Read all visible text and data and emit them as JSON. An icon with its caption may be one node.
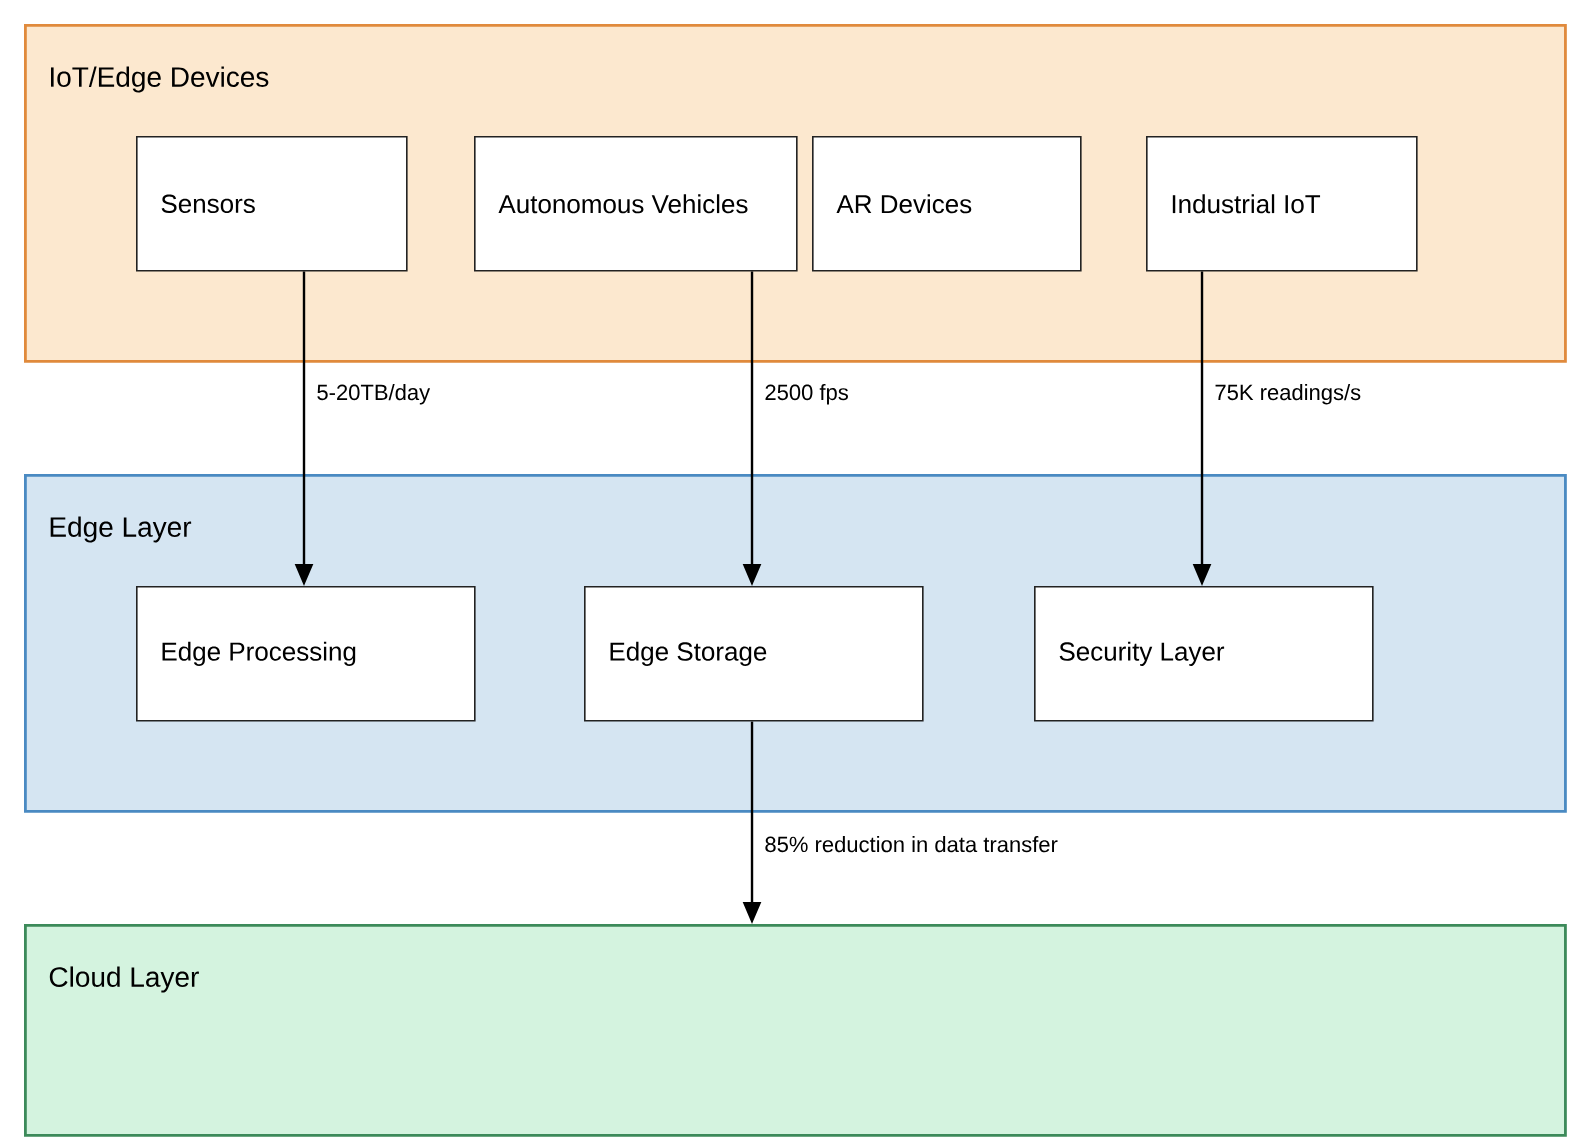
{
  "diagram": {
    "nodes": [
      {
        "text": [
          "IoT/Edge Devices"
        ]
      },
      {
        "text": [
          "Sensors"
        ],
        "in": 0
      },
      {
        "text": [
          "Autonomous Vehicles"
        ],
        "in": 0
      },
      {
        "text": [
          "AR Devices"
        ],
        "in": 0
      },
      {
        "text": [
          "Industrial IoT"
        ],
        "in": 0
      },
      {
        "text": [
          "Edge Layer"
        ]
      },
      {
        "text": [
          "Edge Processing"
        ],
        "in": 5
      },
      {
        "text": [
          "Edge Storage"
        ],
        "in": 5
      },
      {
        "text": [
          "Security Layer"
        ],
        "in": 5
      },
      {
        "text": [
          "Cloud Layer"
        ]
      }
    ],
    "edges": [
      {
        "from": 1,
        "to": 6,
        "arrow": "to",
        "label": "5-20TB/day"
      },
      {
        "from": 2,
        "to": 7,
        "arrow": "to",
        "label": "2500 fps"
      },
      {
        "from": 4,
        "to": 8,
        "arrow": "to",
        "label": "75K readings/s"
      },
      {
        "from": 7,
        "to": 9,
        "arrow": "to",
        "label": "85% reduction in data transfer"
      }
    ]
  }
}
